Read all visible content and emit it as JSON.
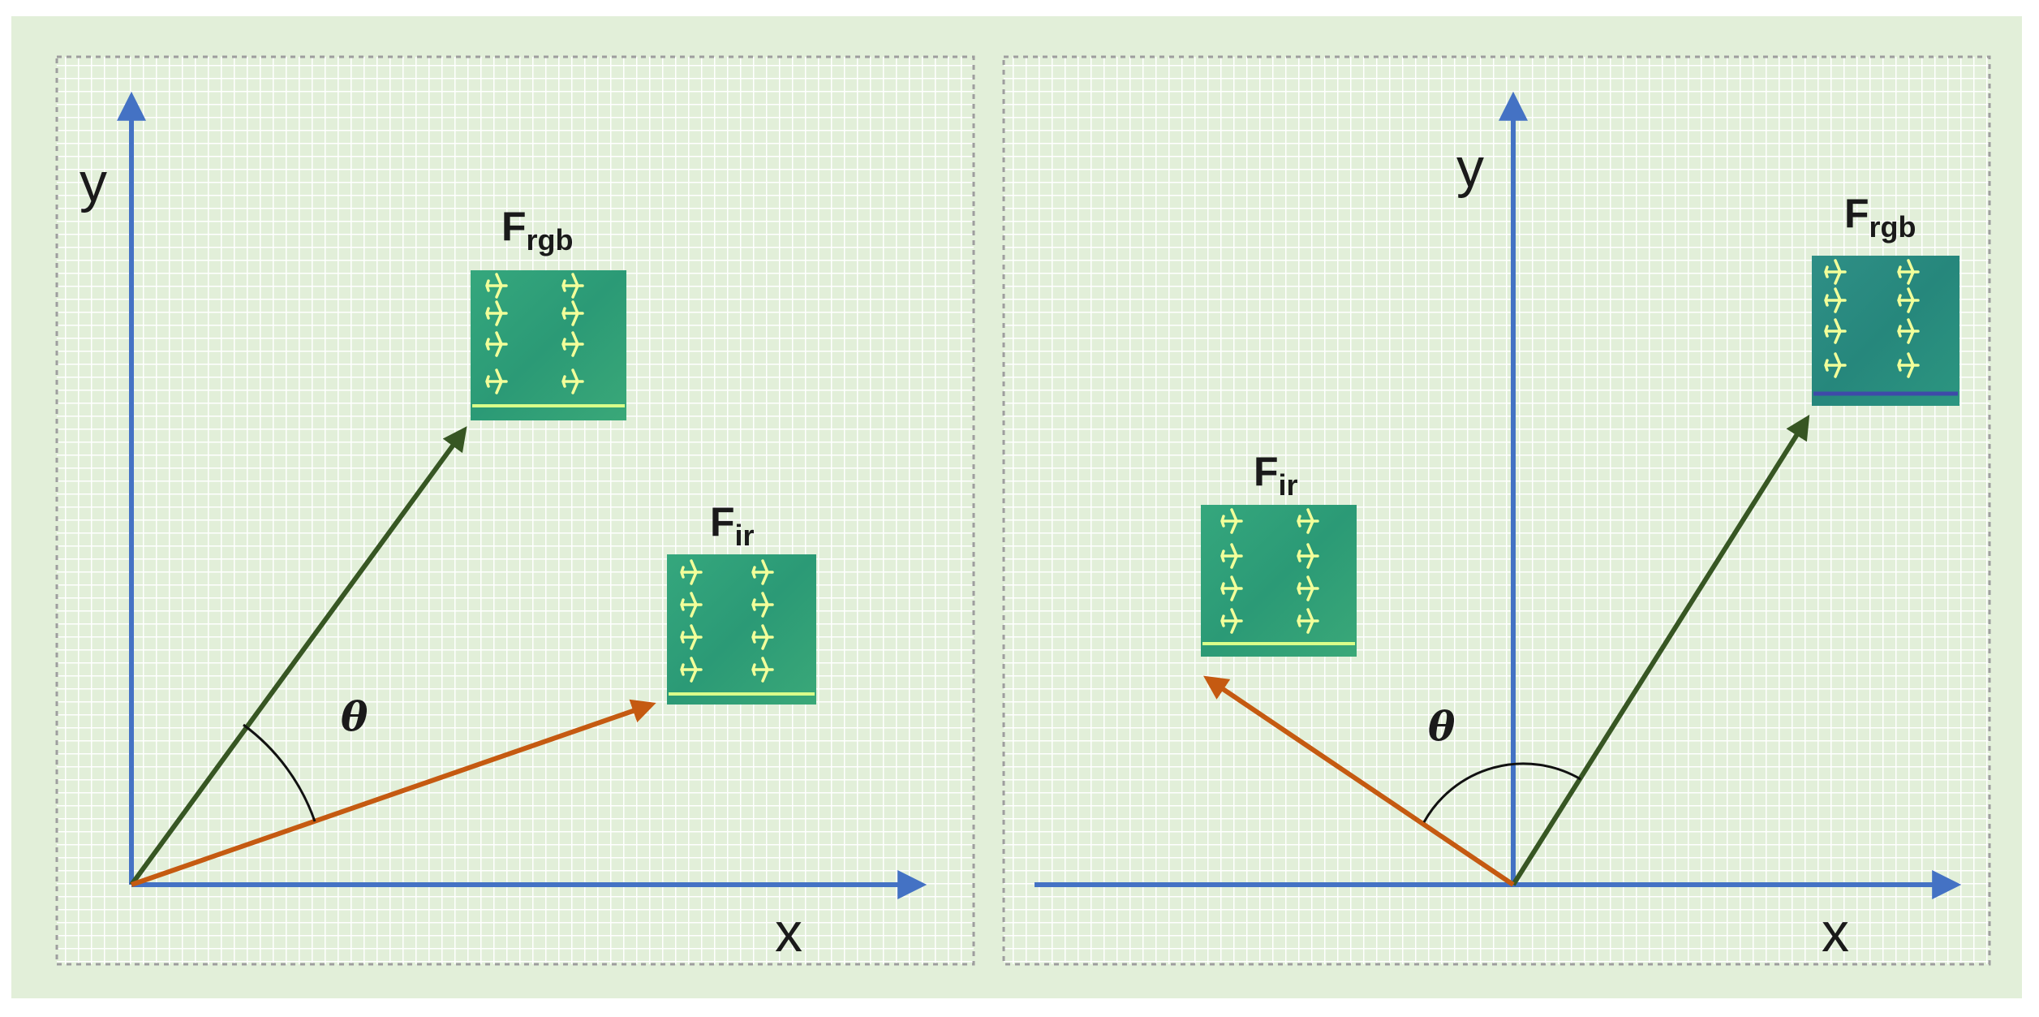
{
  "colors": {
    "background": "#e2efd9",
    "panel_border": "#9e9e9e",
    "grid": "#ffffff",
    "axis": "#4472c4",
    "vector_rgb": "#375623",
    "vector_ir": "#c55a11",
    "feature_map": "#2fa37a"
  },
  "panels": [
    {
      "name": "left",
      "axes": {
        "x_label": "x",
        "y_label": "y"
      },
      "vectors": {
        "rgb": {
          "label": "F",
          "sub": "rgb"
        },
        "ir": {
          "label": "F",
          "sub": "ir"
        }
      },
      "angle_label": "θ"
    },
    {
      "name": "right",
      "axes": {
        "x_label": "x",
        "y_label": "y"
      },
      "vectors": {
        "rgb": {
          "label": "F",
          "sub": "rgb"
        },
        "ir": {
          "label": "F",
          "sub": "ir"
        }
      },
      "angle_label": "θ"
    }
  ],
  "icons": {
    "feature_map": "feature-map-image",
    "airplane": "airplane-icon"
  }
}
